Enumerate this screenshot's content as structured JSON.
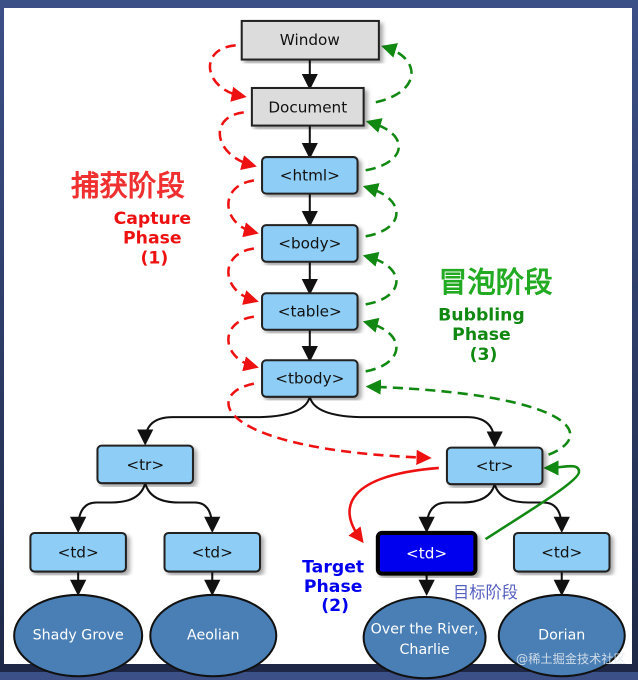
{
  "nodes": {
    "window": "Window",
    "document": "Document",
    "html": "<html>",
    "body": "<body>",
    "table": "<table>",
    "tbody": "<tbody>",
    "tr_left": "<tr>",
    "tr_right": "<tr>",
    "td1": "<td>",
    "td2": "<td>",
    "td_target": "<td>",
    "td4": "<td>",
    "leaf1": "Shady Grove",
    "leaf2": "Aeolian",
    "leaf3_line1": "Over the River,",
    "leaf3_line2": "Charlie",
    "leaf4": "Dorian"
  },
  "labels": {
    "capture_cn": "捕获阶段",
    "capture_line1": "Capture",
    "capture_line2": "Phase",
    "capture_line3": "(1)",
    "bubbling_cn": "冒泡阶段",
    "bubbling_line1": "Bubbling",
    "bubbling_line2": "Phase",
    "bubbling_line3": "(3)",
    "target_line1": "Target",
    "target_line2": "Phase",
    "target_line3": "(2)",
    "target_cn": "目标阶段",
    "watermark": "@稀土掘金技术社区"
  },
  "colors": {
    "capture": "#ee1111",
    "bubbling": "#118811",
    "target": "#0000ee",
    "element_box": "#8ecdf5",
    "root_box": "#dcdcdc",
    "leaf": "#4a7fb5"
  }
}
